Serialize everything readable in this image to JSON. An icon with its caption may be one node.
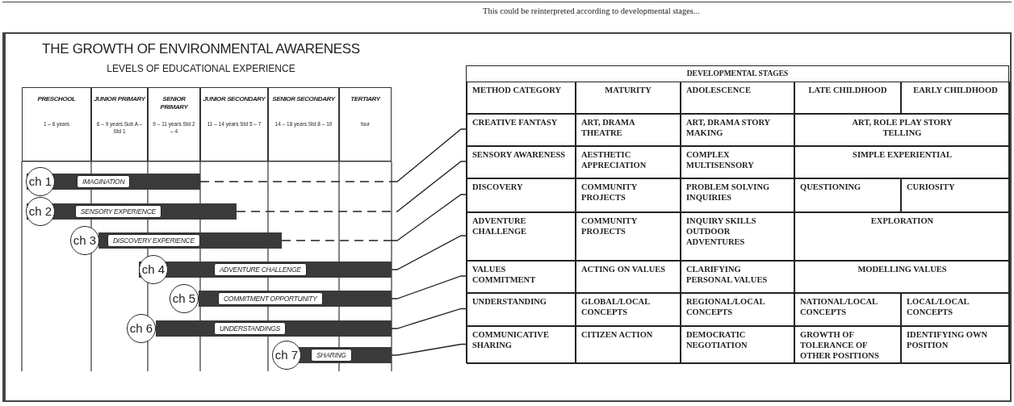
{
  "diagram": {
    "nodes": [
      {
        "text": [
          "THE GROWTH OF ENVIRONMENTAL AWARENESS",
          "LEVELS OF EDUCATIONAL EXPERIENCE"
        ]
      },
      {
        "text": [
          "ch 1",
          "IMAGINATION"
        ],
        "in": 0
      },
      {
        "text": [
          "ch 2",
          "SENSORY EXPERIENCE"
        ],
        "in": 0
      },
      {
        "text": [
          "ch 3",
          "DISCOVERY EXPERIENCE"
        ],
        "in": 0
      },
      {
        "text": [
          "ch 4",
          "ADVENTURE CHALLENGE"
        ],
        "in": 0
      },
      {
        "text": [
          "ch 5",
          "COMMITMENT OPPORTUNITY"
        ],
        "in": 0
      },
      {
        "text": [
          "ch 6",
          "UNDERSTANDINGS"
        ],
        "in": 0
      },
      {
        "text": [
          "ch 7",
          "SHARING"
        ],
        "in": 0
      },
      {
        "text": [
          "DEVELOPMENTAL STAGES"
        ]
      },
      {
        "text": [
          "CREATIVE FANTASY"
        ],
        "in": 8
      },
      {
        "text": [
          "SENSORY AWARENESS"
        ],
        "in": 8
      },
      {
        "text": [
          "DISCOVERY"
        ],
        "in": 8
      },
      {
        "text": [
          "ADVENTURE CHALLENGE"
        ],
        "in": 8
      },
      {
        "text": [
          "VALUES COMMITMENT"
        ],
        "in": 8
      },
      {
        "text": [
          "UNDERSTANDING"
        ],
        "in": 8
      },
      {
        "text": [
          "COMMUNICATIVE SHARING"
        ],
        "in": 8
      }
    ],
    "edges": [
      {
        "from": 1,
        "to": 9,
        "arrow": "none",
        "style": "dashed"
      },
      {
        "from": 2,
        "to": 10,
        "arrow": "none",
        "style": "dashed"
      },
      {
        "from": 3,
        "to": 11,
        "arrow": "none",
        "style": "dashed"
      },
      {
        "from": 4,
        "to": 12,
        "arrow": "none"
      },
      {
        "from": 5,
        "to": 13,
        "arrow": "none"
      },
      {
        "from": 6,
        "to": 14,
        "arrow": "none"
      },
      {
        "from": 7,
        "to": 15,
        "arrow": "none"
      }
    ],
    "labels": [
      "PRESCHOOL",
      "JUNIOR PRIMARY",
      "SENIOR PRIMARY",
      "JUNIOR SECONDARY",
      "SENIOR SECONDARY",
      "TERTIARY",
      "1 – 6 years",
      "6 – 9 years Sub A – Std 1",
      "9 – 11 years Std 2 – 4",
      "11 – 14 years Std 5 – 7",
      "14 – 18 years Std 8 – 10",
      "four",
      "This could be reinterpreted according to developmental stages...",
      "METHOD CATEGORY",
      "MATURITY",
      "ADOLESCENCE",
      "LATE CHILDHOOD",
      "EARLY CHILDHOOD",
      "ART, DRAMA THEATRE",
      "ART, DRAMA STORY MAKING",
      "ART, ROLE PLAY STORY TELLING",
      "AESTHETIC APPRECIATION",
      "COMPLEX MULTISENSORY",
      "SIMPLE EXPERIENTIAL",
      "COMMUNITY PROJECTS",
      "PROBLEM SOLVING INQUIRIES",
      "QUESTIONING",
      "CURIOSITY",
      "COMMUNITY PROJECTS",
      "INQUIRY SKILLS OUTDOOR ADVENTURES",
      "EXPLORATION",
      "ACTING ON VALUES",
      "CLARIFYING PERSONAL VALUES",
      "MODELLING VALUES",
      "GLOBAL/LOCAL CONCEPTS",
      "REGIONAL/LOCAL CONCEPTS",
      "NATIONAL/LOCAL CONCEPTS",
      "LOCAL/LOCAL CONCEPTS",
      "CITIZEN ACTION",
      "DEMOCRATIC NEGOTIATION",
      "GROWTH OF TOLERANCE OF OTHER POSITIONS",
      "IDENTIFYING OWN POSITION"
    ]
  }
}
